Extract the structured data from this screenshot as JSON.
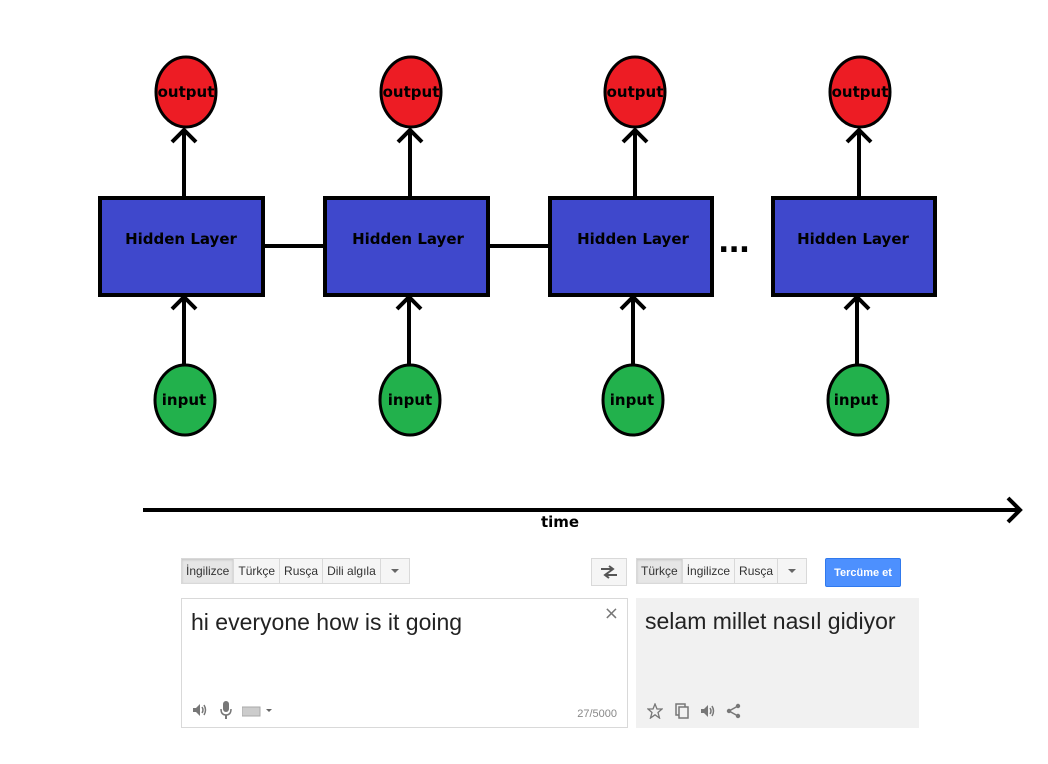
{
  "diagram": {
    "output_label": "output",
    "hidden_label": "Hidden Layer",
    "input_label": "input",
    "ellipsis": "...",
    "time_label": "time",
    "colors": {
      "output": "#ed1c24",
      "hidden": "#3f48cc",
      "input": "#22b14c",
      "stroke": "#000000"
    }
  },
  "translate": {
    "source_langs": [
      "İngilizce",
      "Türkçe",
      "Rusça",
      "Dili algıla"
    ],
    "target_langs": [
      "Türkçe",
      "İngilizce",
      "Rusça"
    ],
    "translate_button": "Tercüme et",
    "source_text": "hi everyone how is it going",
    "target_text": "selam millet nasıl gidiyor",
    "char_count": "27/5000",
    "close": "×",
    "icons": [
      "speaker-icon",
      "microphone-icon",
      "keyboard-icon",
      "star-icon",
      "copy-icon",
      "share-icon",
      "swap-icon"
    ]
  }
}
